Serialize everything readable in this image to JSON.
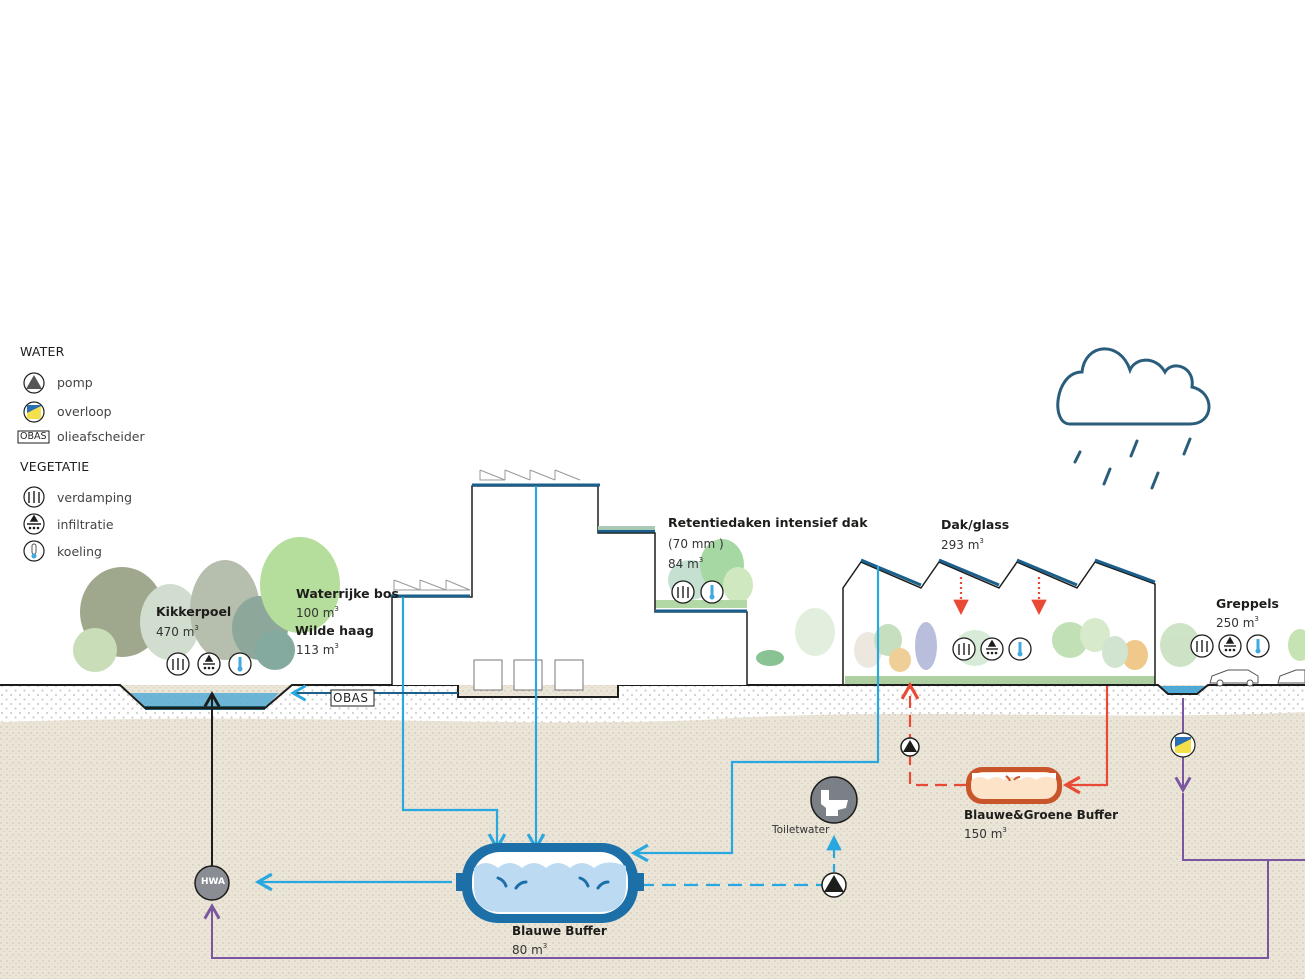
{
  "legend": {
    "water_title": "WATER",
    "water_items": [
      {
        "icon": "pump-icon",
        "label": "pomp"
      },
      {
        "icon": "overflow-icon",
        "label": "overloop"
      },
      {
        "icon": "obas-icon",
        "badge": "OBAS",
        "label": "olieafscheider"
      }
    ],
    "vegetation_title": "VEGETATIE",
    "vegetation_items": [
      {
        "icon": "evaporation-icon",
        "label": "verdamping"
      },
      {
        "icon": "infiltration-icon",
        "label": "infiltratie"
      },
      {
        "icon": "thermometer-icon",
        "label": "koeling"
      }
    ]
  },
  "zones": {
    "kikkerpoel": {
      "title": "Kikkerpoel",
      "volume": "470 m",
      "unit_sup": "3"
    },
    "waterrijke_bos": {
      "title": "Waterrijke bos",
      "volume": "100 m",
      "unit_sup": "3"
    },
    "wilde_haag": {
      "title": "Wilde haag",
      "volume": "113 m",
      "unit_sup": "3"
    },
    "retentiedaken": {
      "title": "Retentiedaken intensief dak",
      "subtitle": "(70 mm )",
      "volume": "84 m",
      "unit_sup": "3"
    },
    "dak_glass": {
      "title": "Dak/glass",
      "volume": "293 m",
      "unit_sup": "3"
    },
    "greppels": {
      "title": "Greppels",
      "volume": "250 m",
      "unit_sup": "3"
    }
  },
  "components": {
    "obas": "OBAS",
    "hwa": "HWA",
    "toilet": "Toiletwater",
    "blauwe_buffer": {
      "title": "Blauwe Buffer",
      "volume": "80 m",
      "unit_sup": "3"
    },
    "groene_buffer": {
      "title": "Blauwe&Groene Buffer",
      "volume": "150 m",
      "unit_sup": "3"
    }
  },
  "colors": {
    "water_blue": "#29a8e0",
    "dark_blue": "#1d6fa8",
    "roof_blue": "#1b5f8c",
    "red_flow": "#e94a35",
    "purple_flow": "#7b56a0",
    "buffer_orange": "#c9562a",
    "cloud": "#2a5d7c",
    "soil": "#ece6da",
    "black": "#1d1d1b"
  }
}
